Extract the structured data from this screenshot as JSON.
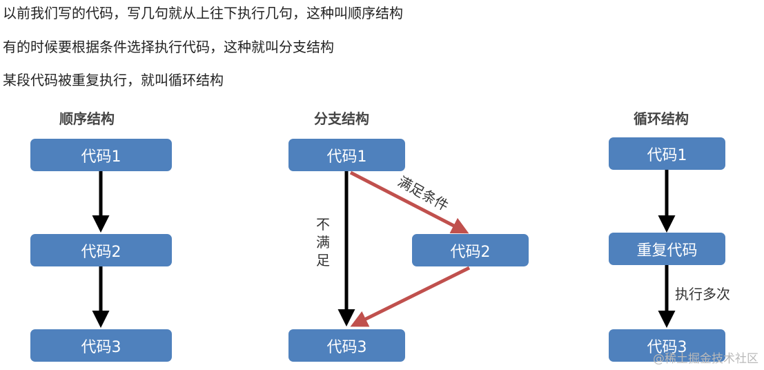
{
  "intro": {
    "line1": "以前我们写的代码，写几句就从上往下执行几句，这种叫顺序结构",
    "line2": "有的时候要根据条件选择执行代码，这种就叫分支结构",
    "line3": "某段代码被重复执行，就叫循环结构"
  },
  "sequence": {
    "title": "顺序结构",
    "box1": "代码1",
    "box2": "代码2",
    "box3": "代码3"
  },
  "branch": {
    "title": "分支结构",
    "box1": "代码1",
    "box2": "代码2",
    "box3": "代码3",
    "condition_met_label": "满足条件",
    "condition_not_met_label": "不满足"
  },
  "loop": {
    "title": "循环结构",
    "box1": "代码1",
    "box2": "重复代码",
    "box3": "代码3",
    "repeat_label": "执行多次"
  },
  "colors": {
    "box_fill": "#4f81bd",
    "black_arrow": "#000000",
    "red_arrow": "#c0504d"
  },
  "watermark": "@稀土掘金技术社区"
}
